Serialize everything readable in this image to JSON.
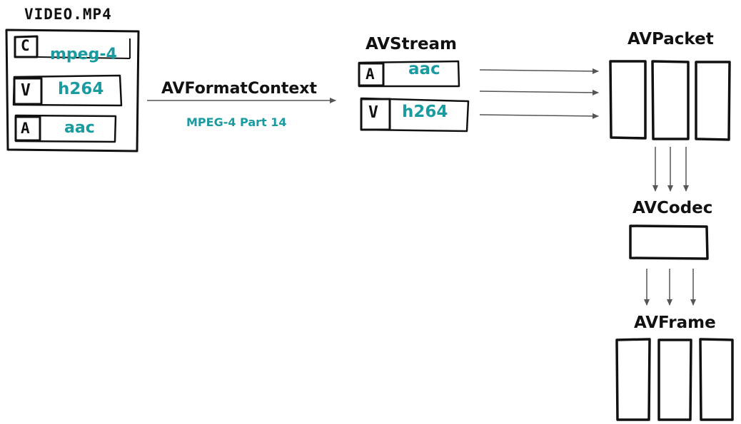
{
  "file": {
    "name": "VIDEO.MP4",
    "tracks": [
      {
        "tag": "C",
        "codec": "mpeg-4"
      },
      {
        "tag": "V",
        "codec": "h264"
      },
      {
        "tag": "A",
        "codec": "aac"
      }
    ]
  },
  "format_context": {
    "title": "AVFormatContext",
    "subtitle": "MPEG-4 Part 14"
  },
  "stream": {
    "title": "AVStream",
    "items": [
      {
        "tag": "A",
        "codec": "aac"
      },
      {
        "tag": "V",
        "codec": "h264"
      }
    ]
  },
  "packet": {
    "title": "AVPacket"
  },
  "codec": {
    "title": "AVCodec"
  },
  "frame": {
    "title": "AVFrame"
  },
  "colors": {
    "accent": "#1a9ba0",
    "ink": "#111111",
    "arrow": "#555555"
  }
}
